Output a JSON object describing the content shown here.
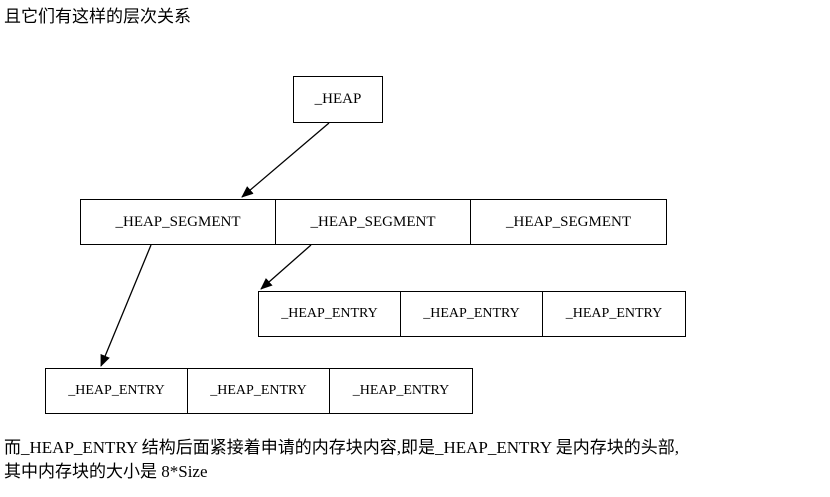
{
  "intro_text": "且它们有这样的层次关系",
  "heap": {
    "label": "_HEAP"
  },
  "segments": [
    {
      "label": "_HEAP_SEGMENT"
    },
    {
      "label": "_HEAP_SEGMENT"
    },
    {
      "label": "_HEAP_SEGMENT"
    }
  ],
  "entries_upper": [
    {
      "label": "_HEAP_ENTRY"
    },
    {
      "label": "_HEAP_ENTRY"
    },
    {
      "label": "_HEAP_ENTRY"
    }
  ],
  "entries_lower": [
    {
      "label": "_HEAP_ENTRY"
    },
    {
      "label": "_HEAP_ENTRY"
    },
    {
      "label": "_HEAP_ENTRY"
    }
  ],
  "explanation": {
    "line1": "而_HEAP_ENTRY 结构后面紧接着申请的内存块内容,即是_HEAP_ENTRY 是内存块的头部,",
    "line2": "其中内存块的大小是 8*Size"
  },
  "colors": {
    "stroke": "#000000",
    "background": "#ffffff"
  }
}
